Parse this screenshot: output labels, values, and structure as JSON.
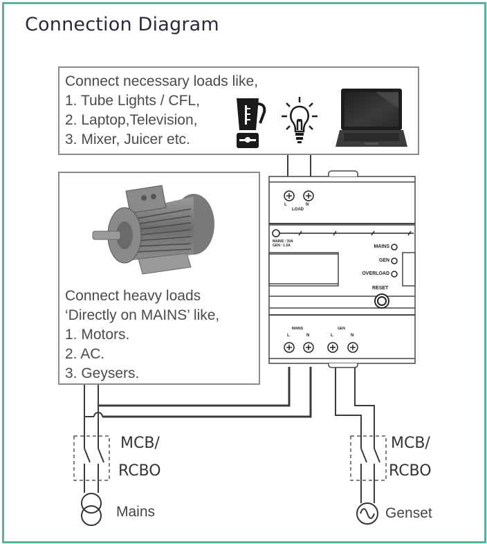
{
  "title": "Connection Diagram",
  "colors": {
    "frame": "#5bb29a",
    "title": "#2a2a38",
    "text": "#4a4a4a",
    "wire": "#333333"
  },
  "necessary_loads": {
    "lines": [
      "Connect necessary loads like,",
      "1. Tube Lights / CFL,",
      "2. Laptop,Television,",
      "3. Mixer, Juicer etc."
    ],
    "icons": [
      "blender-icon",
      "light-bulb-icon",
      "laptop-icon"
    ]
  },
  "heavy_loads": {
    "image": "electric-motor-image",
    "lines": [
      "Connect heavy loads",
      "‘Directly on MAINS’ like,",
      "1. Motors.",
      "2.  AC.",
      "3. Geysers."
    ]
  },
  "device": {
    "load_terminals": [
      "L",
      "N"
    ],
    "load_label": "LOAD",
    "rating_lines": [
      "MAINS : 30A",
      "GEN : 1.5A"
    ],
    "indicators": [
      "MAINS",
      "GEN",
      "OVERLOAD"
    ],
    "reset_label": "RESET",
    "mains_group_label": "MAINS",
    "gen_group_label": "GEN",
    "input_terminals": [
      "L",
      "N",
      "L",
      "N"
    ]
  },
  "breakers": [
    {
      "line1": "MCB/",
      "line2": "RCBO"
    },
    {
      "line1": "MCB/",
      "line2": "RCBO"
    }
  ],
  "sources": {
    "mains": "Mains",
    "genset": "Genset"
  }
}
